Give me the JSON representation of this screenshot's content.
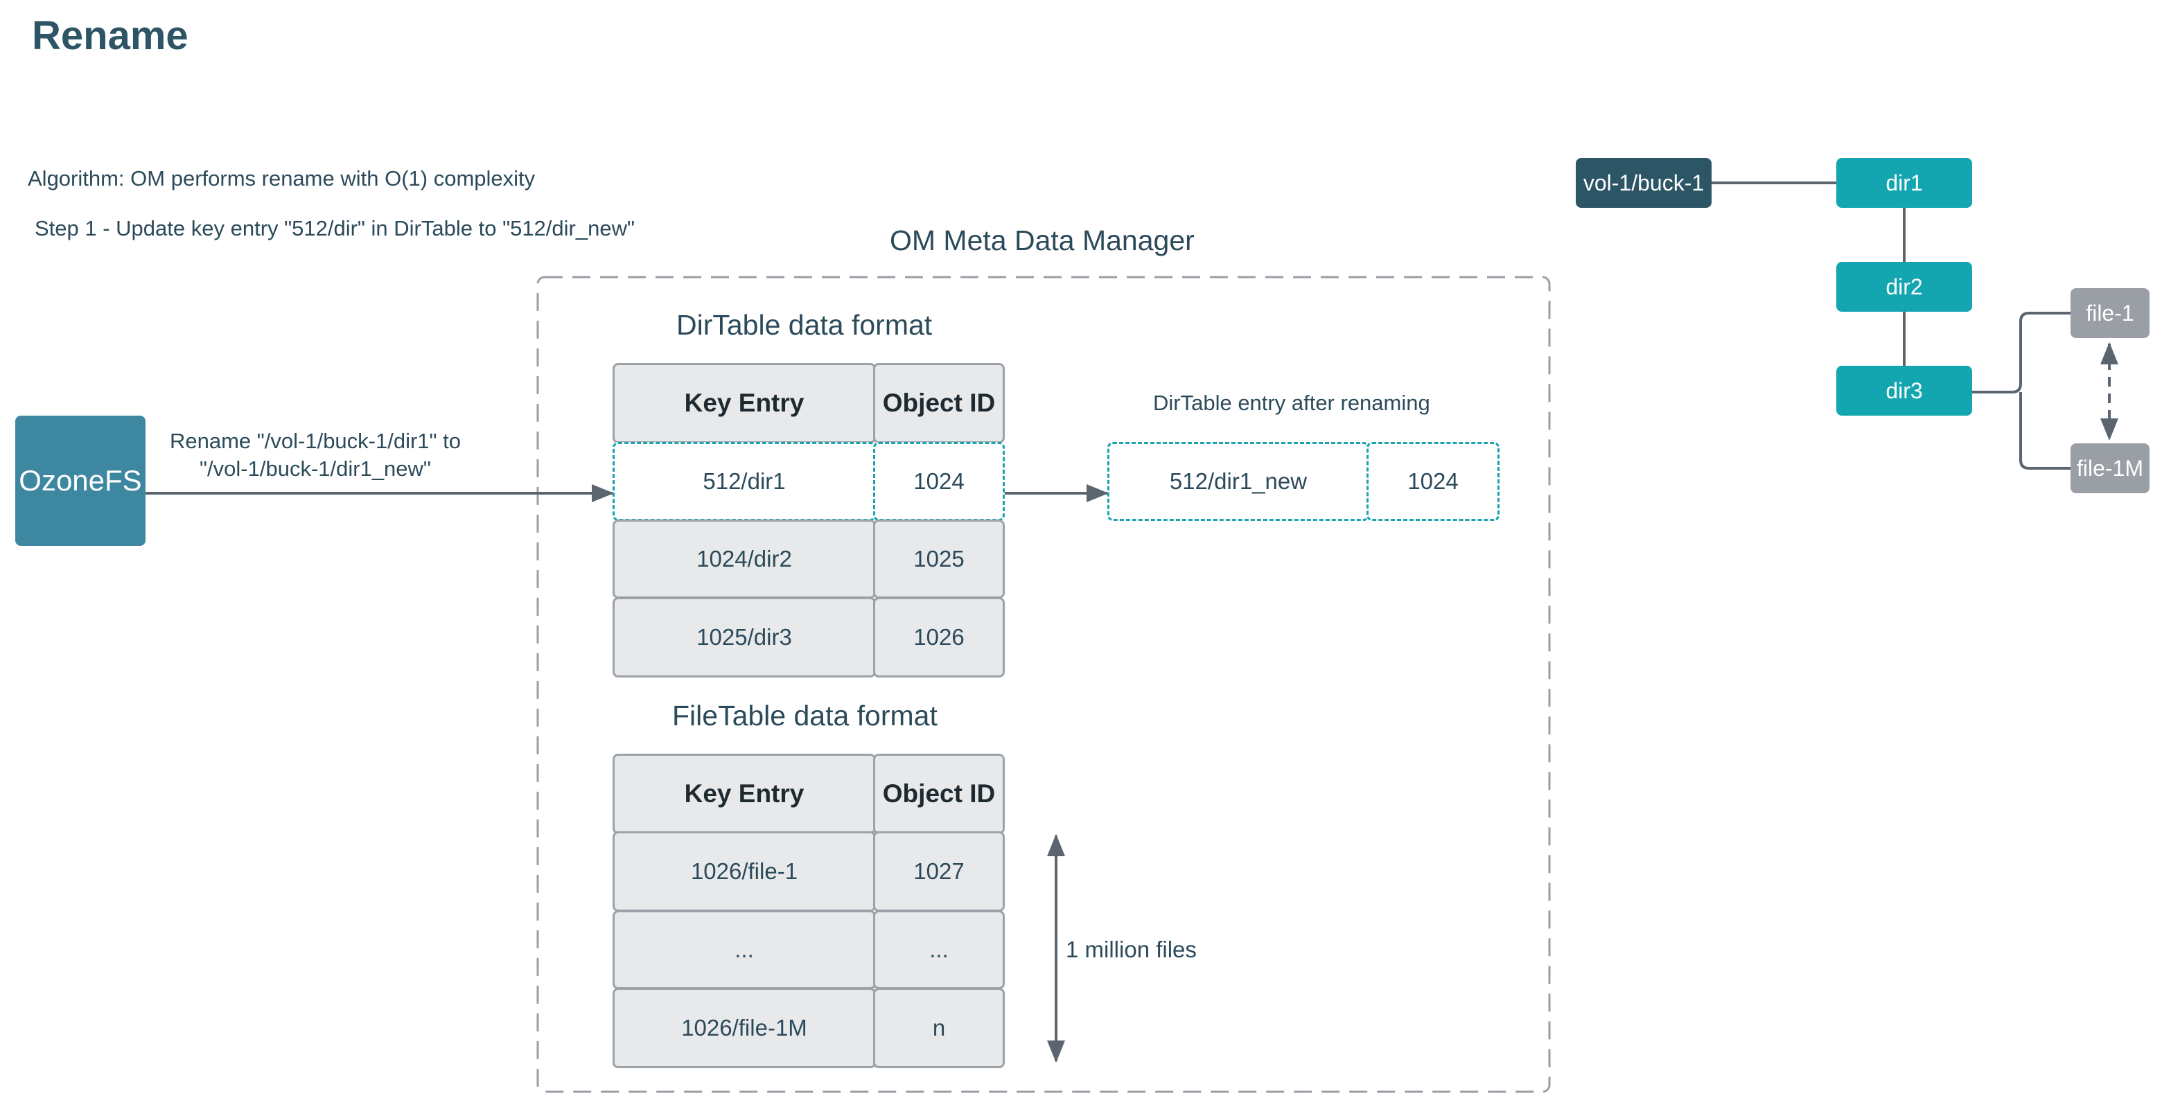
{
  "title": "Rename",
  "algorithm": "Algorithm: OM performs rename with O(1) complexity",
  "step1": "Step 1 - Update key entry \"512/dir\" in DirTable to \"512/dir_new\"",
  "client": {
    "label": "OzoneFS"
  },
  "rename_label": {
    "line1": "Rename  \"/vol-1/buck-1/dir1\" to",
    "line2": "\"/vol-1/buck-1/dir1_new\""
  },
  "om": {
    "title": "OM Meta Data Manager"
  },
  "dir_table": {
    "title": "DirTable data format",
    "headers": [
      "Key Entry",
      "Object ID"
    ],
    "rows": [
      {
        "key": "512/dir1",
        "id": "1024"
      },
      {
        "key": "1024/dir2",
        "id": "1025"
      },
      {
        "key": "1025/dir3",
        "id": "1026"
      }
    ]
  },
  "after": {
    "title": "DirTable entry after renaming",
    "key": "512/dir1_new",
    "id": "1024"
  },
  "file_table": {
    "title": "FileTable data format",
    "headers": [
      "Key Entry",
      "Object ID"
    ],
    "rows": [
      {
        "key": "1026/file-1",
        "id": "1027"
      },
      {
        "key": "...",
        "id": "..."
      },
      {
        "key": "1026/file-1M",
        "id": "n"
      }
    ],
    "count_label": "1 million files"
  },
  "tree": {
    "root": "vol-1/buck-1",
    "dirs": [
      "dir1",
      "dir2",
      "dir3"
    ],
    "files": [
      "file-1",
      "file-1M"
    ]
  },
  "colors": {
    "teal": "#13a6b0",
    "dark": "#2c5566",
    "gray": "#9a9ea5",
    "client": "#3d88a0",
    "text": "#2b4a5a"
  }
}
